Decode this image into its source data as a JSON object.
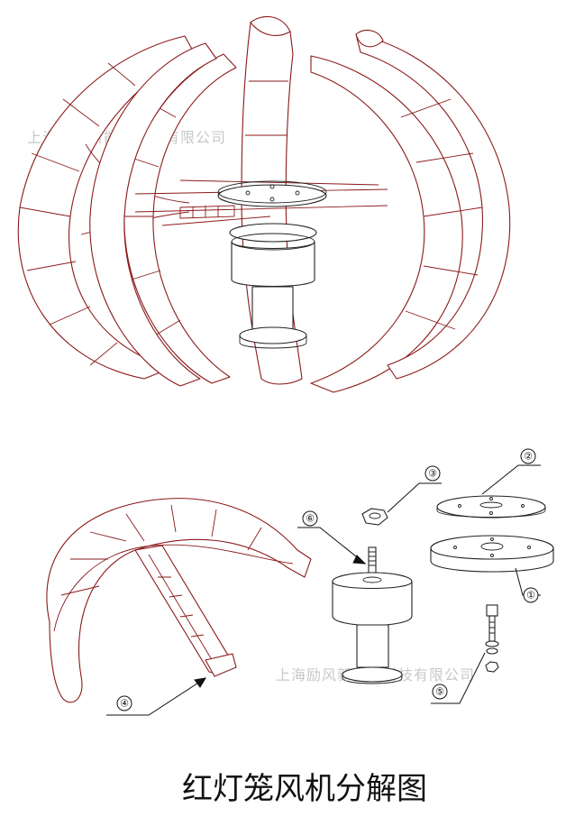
{
  "caption": "红灯笼风机分解图",
  "watermark_top": "上海励风新能源科技有限公司",
  "watermark_bottom": "上海励风新能源科技有限公司",
  "callouts": [
    "①",
    "②",
    "③",
    "④",
    "⑤",
    "⑥"
  ],
  "colors": {
    "blade_outline": "#8b1a1a",
    "parts_outline": "#222222",
    "watermark": "#c8c8c8"
  }
}
